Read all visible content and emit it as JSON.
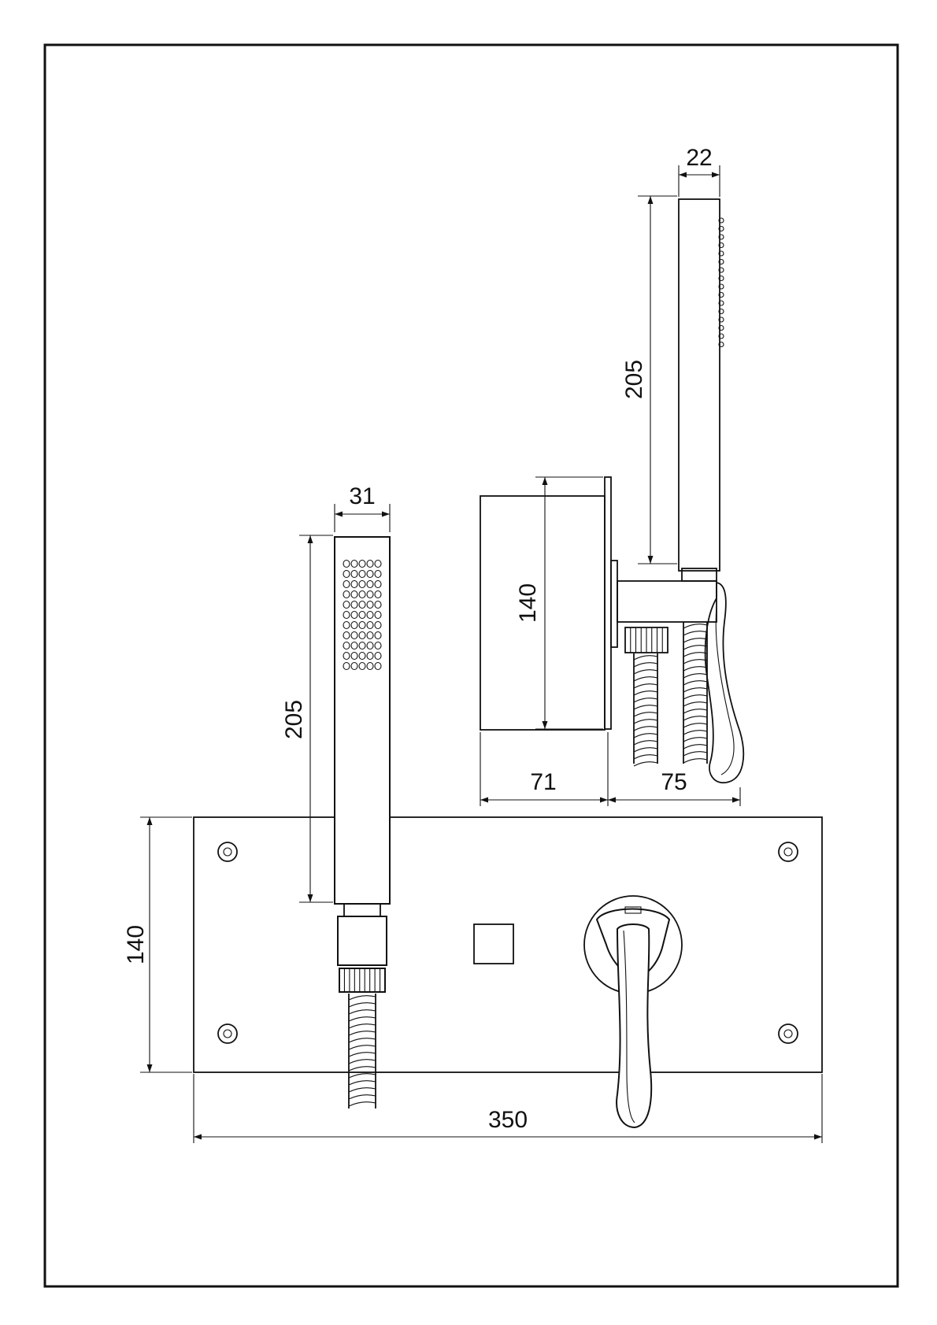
{
  "drawing": {
    "dimensions": {
      "side_handshower_width": "22",
      "side_handshower_length": "205",
      "side_body_height": "140",
      "side_body_depth": "71",
      "side_projection": "75",
      "front_handshower_width": "31",
      "front_handshower_length": "205",
      "plate_height": "140",
      "plate_width": "350"
    }
  }
}
